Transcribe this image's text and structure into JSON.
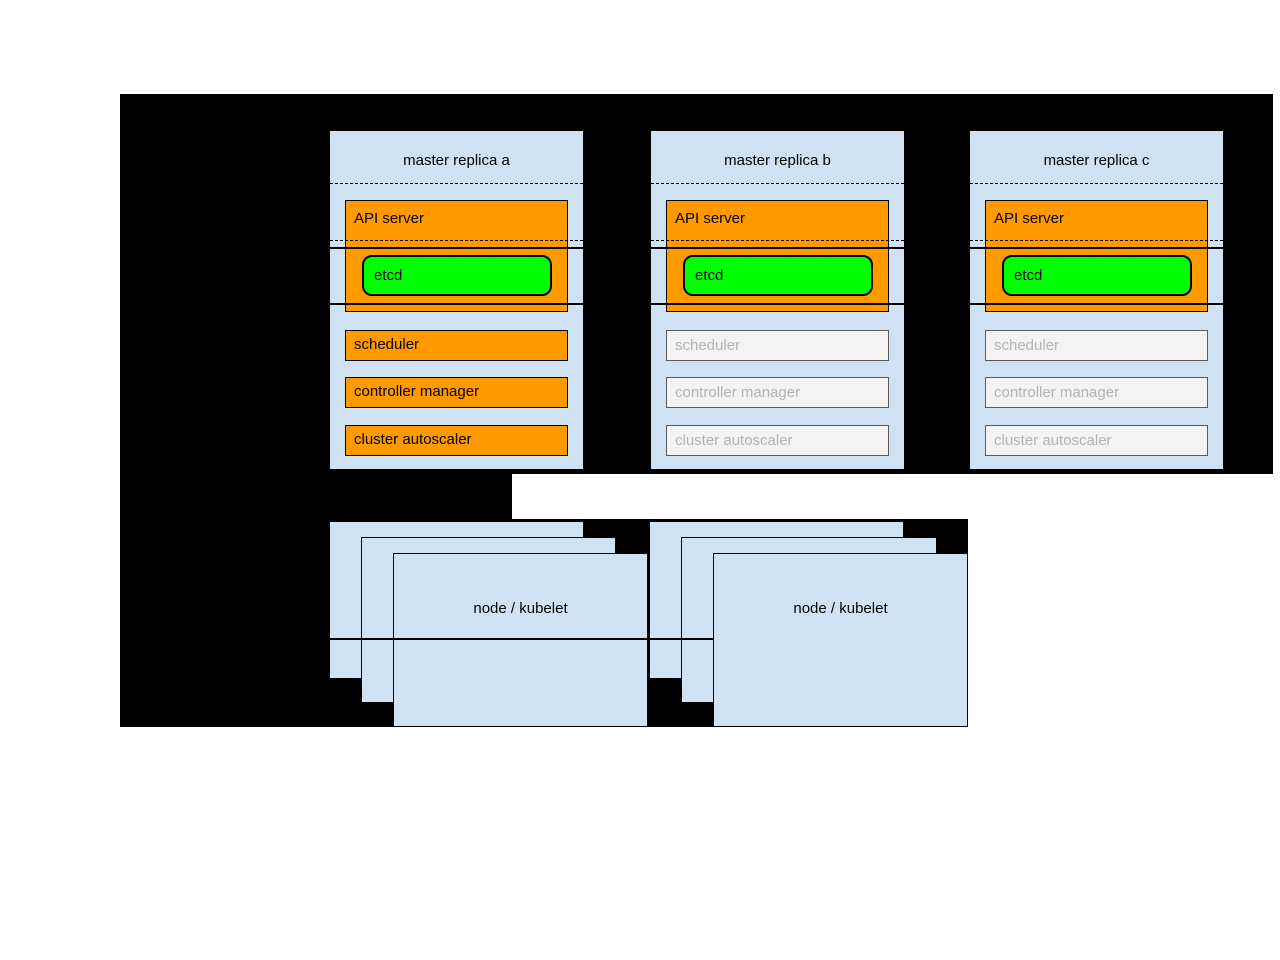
{
  "diagram": {
    "masters": [
      {
        "title": "master replica a",
        "active": true,
        "api_server": "API server",
        "etcd": "etcd",
        "components": [
          "scheduler",
          "controller manager",
          "cluster autoscaler"
        ]
      },
      {
        "title": "master replica b",
        "active": false,
        "api_server": "API server",
        "etcd": "etcd",
        "components": [
          "scheduler",
          "controller manager",
          "cluster autoscaler"
        ]
      },
      {
        "title": "master replica c",
        "active": false,
        "api_server": "API server",
        "etcd": "etcd",
        "components": [
          "scheduler",
          "controller manager",
          "cluster autoscaler"
        ]
      }
    ],
    "node_stacks": [
      {
        "label": "node / kubelet",
        "stacked_boxes": 3
      },
      {
        "label": "node / kubelet",
        "stacked_boxes": 3
      }
    ],
    "colors": {
      "background": "#000000",
      "page": "#ffffff",
      "box_fill": "#cfe2f3",
      "active_fill": "#ff9900",
      "etcd_fill": "#00ff00",
      "inactive_fill": "#f3f3f3",
      "inactive_text": "#b3b3b3"
    }
  }
}
